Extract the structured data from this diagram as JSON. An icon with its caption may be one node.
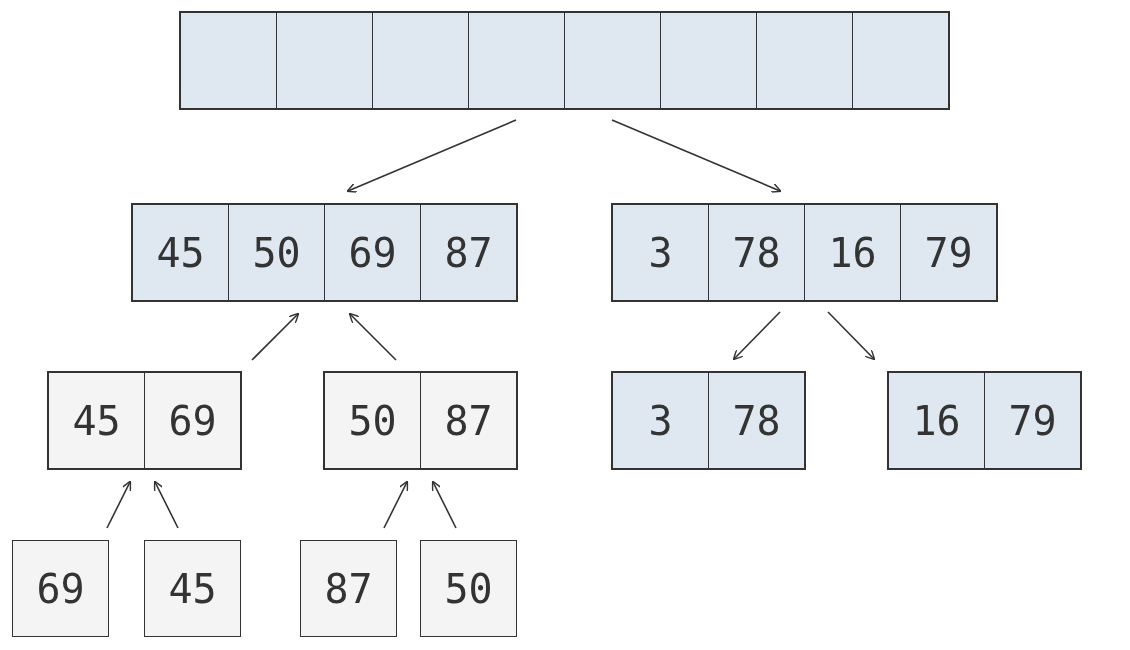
{
  "diagram": {
    "nodes": [
      {
        "text": [],
        "shape": "box"
      },
      {
        "text": [],
        "shape": "box",
        "in": 0
      },
      {
        "text": [],
        "shape": "box",
        "in": 0
      },
      {
        "text": [],
        "shape": "box",
        "in": 0
      },
      {
        "text": [],
        "shape": "box",
        "in": 0
      },
      {
        "text": [],
        "shape": "box",
        "in": 0
      },
      {
        "text": [],
        "shape": "box",
        "in": 0
      },
      {
        "text": [],
        "shape": "box",
        "in": 0
      },
      {
        "text": [],
        "shape": "box",
        "in": 0
      },
      {
        "text": [],
        "shape": "box"
      },
      {
        "text": [
          "45"
        ],
        "in": 9
      },
      {
        "text": [
          "50"
        ],
        "in": 9
      },
      {
        "text": [
          "69"
        ],
        "in": 9
      },
      {
        "text": [
          "87"
        ],
        "in": 9
      },
      {
        "text": [],
        "shape": "box"
      },
      {
        "text": [
          "3"
        ],
        "in": 14
      },
      {
        "text": [
          "78"
        ],
        "in": 14
      },
      {
        "text": [
          "16"
        ],
        "in": 14
      },
      {
        "text": [
          "79"
        ],
        "in": 14
      },
      {
        "text": [],
        "shape": "box"
      },
      {
        "text": [
          "45"
        ],
        "in": 19
      },
      {
        "text": [
          "69"
        ],
        "in": 19
      },
      {
        "text": [],
        "shape": "box"
      },
      {
        "text": [
          "50"
        ],
        "in": 22
      },
      {
        "text": [
          "87"
        ],
        "in": 22
      },
      {
        "text": [],
        "shape": "box"
      },
      {
        "text": [
          "3"
        ],
        "in": 25
      },
      {
        "text": [
          "78"
        ],
        "in": 25
      },
      {
        "text": [],
        "shape": "box"
      },
      {
        "text": [
          "16"
        ],
        "in": 28
      },
      {
        "text": [
          "79"
        ],
        "in": 28
      },
      {
        "text": [
          "69"
        ]
      },
      {
        "text": [
          "45"
        ]
      },
      {
        "text": [
          "87"
        ]
      },
      {
        "text": [
          "50"
        ]
      }
    ],
    "edges": [
      {
        "from": 0,
        "to": 9,
        "arrow": "to"
      },
      {
        "from": 0,
        "to": 14,
        "arrow": "to"
      },
      {
        "from": 19,
        "to": 9,
        "arrow": "to"
      },
      {
        "from": 22,
        "to": 9,
        "arrow": "to"
      },
      {
        "from": 31,
        "to": 19,
        "arrow": "to"
      },
      {
        "from": 32,
        "to": 19,
        "arrow": "to"
      },
      {
        "from": 33,
        "to": 22,
        "arrow": "to"
      },
      {
        "from": 34,
        "to": 22,
        "arrow": "to"
      },
      {
        "from": 14,
        "to": 25,
        "arrow": "to"
      },
      {
        "from": 14,
        "to": 28,
        "arrow": "to"
      }
    ]
  }
}
